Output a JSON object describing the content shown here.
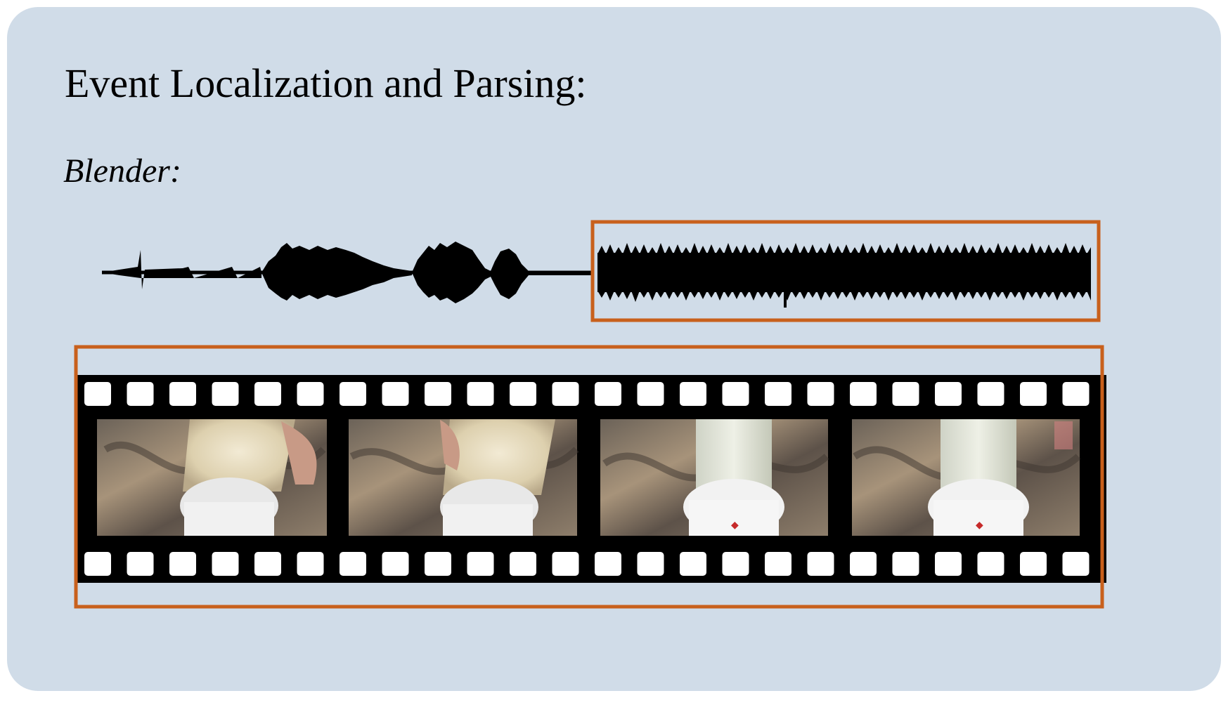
{
  "title": "Event Localization and Parsing:",
  "subtitle": "Blender:",
  "colors": {
    "panel_background": "#d0dce8",
    "highlight_box": "#c8601c",
    "waveform": "#000000",
    "film": "#000000"
  },
  "audio": {
    "description_icon": "audio-waveform",
    "highlighted_segment": "blender-sound"
  },
  "video": {
    "frames": [
      {
        "scene": "popcorn-in-blender-jar",
        "highlighted": true
      },
      {
        "scene": "popcorn-in-blender-jar",
        "highlighted": true
      },
      {
        "scene": "blended-liquid-in-jar",
        "highlighted": true
      },
      {
        "scene": "blended-liquid-in-jar",
        "highlighted": true
      }
    ]
  }
}
